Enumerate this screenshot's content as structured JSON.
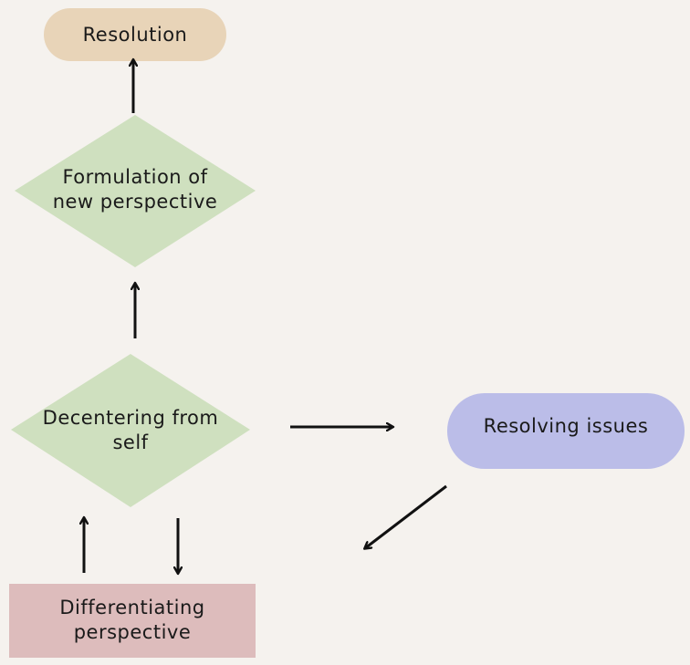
{
  "nodes": {
    "resolution": {
      "label": "Resolution",
      "shape": "pill",
      "fill": "#e8d4b8"
    },
    "formulation": {
      "label": "Formulation of\nnew perspective",
      "shape": "diamond",
      "fill": "#cfe0bf"
    },
    "decentering": {
      "label": "Decentering from\nself",
      "shape": "diamond",
      "fill": "#cfe0bf"
    },
    "resolving": {
      "label": "Resolving issues",
      "shape": "pill",
      "fill": "#bbbde8"
    },
    "differentiating": {
      "label": "Differentiating\nperspective",
      "shape": "rectangle",
      "fill": "#ddbcbc"
    }
  },
  "edges": [
    {
      "from": "formulation",
      "to": "resolution"
    },
    {
      "from": "decentering",
      "to": "formulation"
    },
    {
      "from": "decentering",
      "to": "resolving"
    },
    {
      "from": "resolving",
      "to": "differentiating"
    },
    {
      "from": "differentiating",
      "to": "decentering"
    },
    {
      "from": "decentering",
      "to": "differentiating"
    }
  ],
  "colors": {
    "arrow": "#111111",
    "background": "#f5f2ee"
  }
}
